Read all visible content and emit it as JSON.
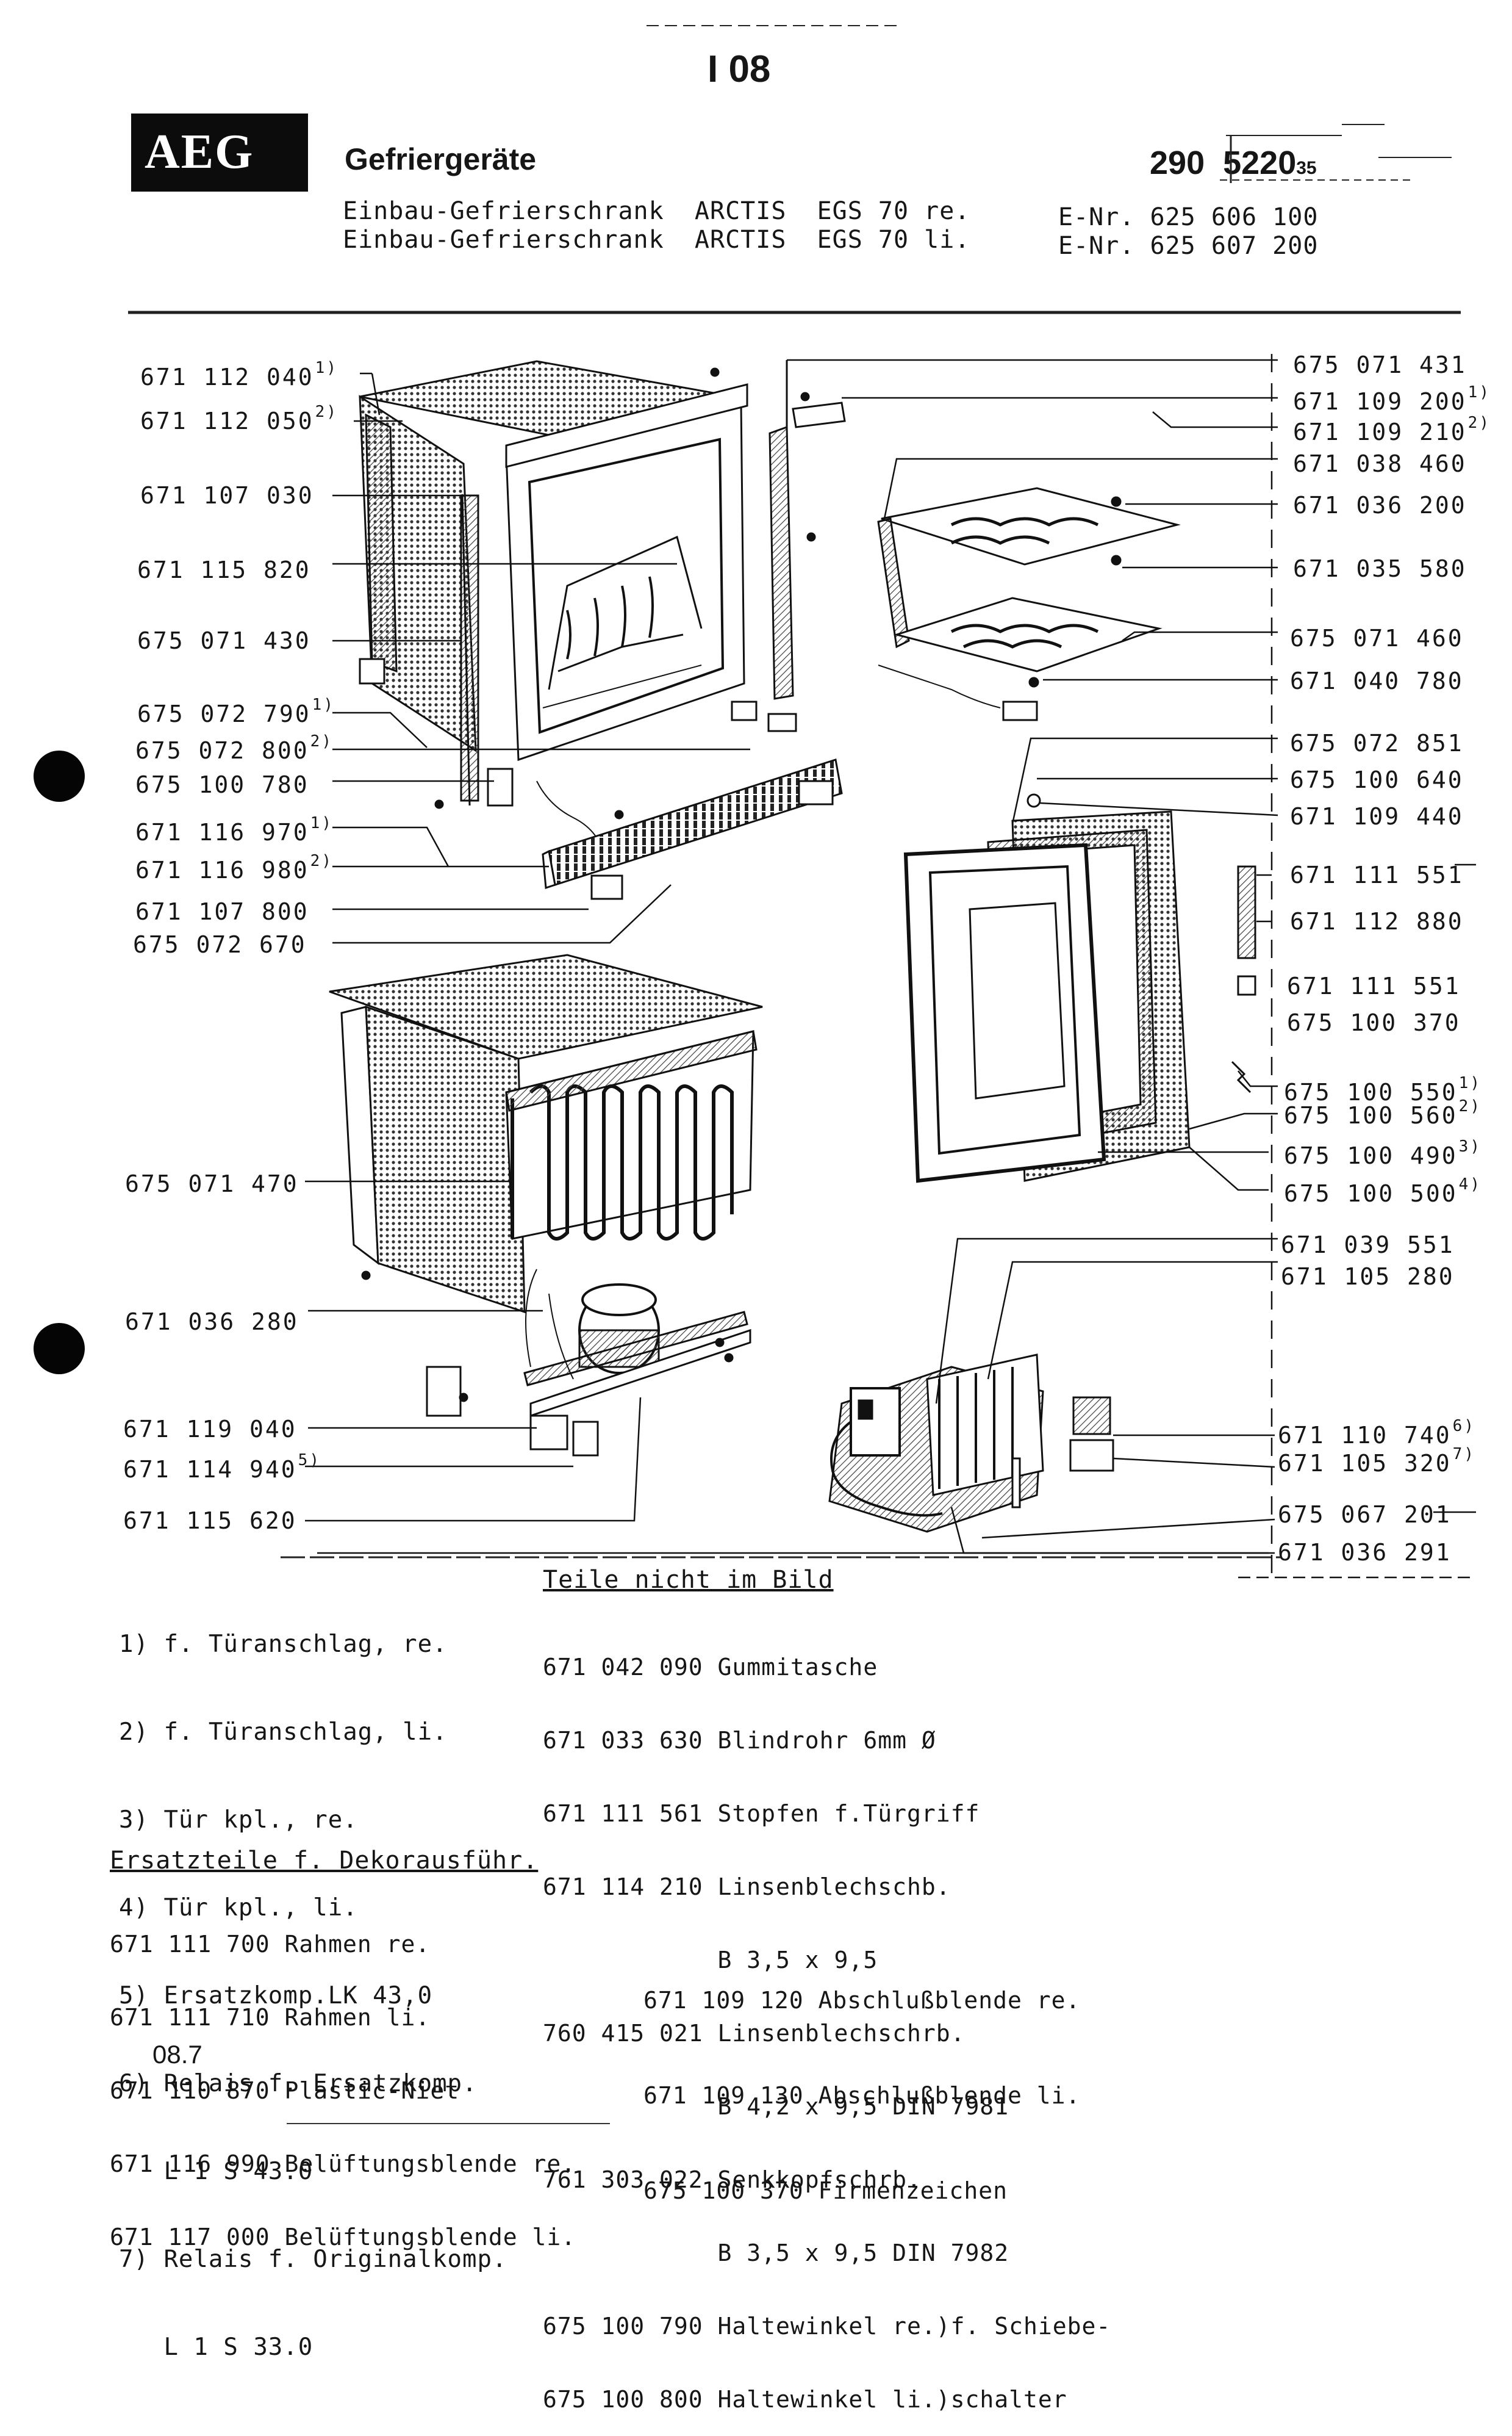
{
  "page_code": "I 08",
  "brand": {
    "logo_text": "AEG"
  },
  "category": "Gefriergeräte",
  "reference": {
    "main": "290  5220",
    "suffix": "35"
  },
  "models": [
    {
      "description": "Einbau-Gefrierschrank",
      "series": "ARCTIS",
      "model": "EGS 70 re.",
      "enr": "E-Nr. 625 606 100"
    },
    {
      "description": "Einbau-Gefrierschrank",
      "series": "ARCTIS",
      "model": "EGS 70 li.",
      "enr": "E-Nr. 625 607 200"
    }
  ],
  "part_labels_left": [
    {
      "number": "671 112 040",
      "note": "1)"
    },
    {
      "number": "671 112 050",
      "note": "2)"
    },
    {
      "number": "671 107 030",
      "note": ""
    },
    {
      "number": "671 115 820",
      "note": ""
    },
    {
      "number": "675 071 430",
      "note": ""
    },
    {
      "number": "675 072 790",
      "note": "1)"
    },
    {
      "number": "675 072 800",
      "note": "2)"
    },
    {
      "number": "675 100 780",
      "note": ""
    },
    {
      "number": "671 116 970",
      "note": "1)"
    },
    {
      "number": "671 116 980",
      "note": "2)"
    },
    {
      "number": "671 107 800",
      "note": ""
    },
    {
      "number": "675 072 670",
      "note": ""
    },
    {
      "number": "675 071 470",
      "note": ""
    },
    {
      "number": "671 036 280",
      "note": ""
    },
    {
      "number": "671 119 040",
      "note": ""
    },
    {
      "number": "671 114 940",
      "note": "5)"
    },
    {
      "number": "671 115 620",
      "note": ""
    }
  ],
  "part_labels_right": [
    {
      "number": "675 071 431",
      "note": ""
    },
    {
      "number": "671 109 200",
      "note": "1)"
    },
    {
      "number": "671 109 210",
      "note": "2)"
    },
    {
      "number": "671 038 460",
      "note": ""
    },
    {
      "number": "671 036 200",
      "note": ""
    },
    {
      "number": "671 035 580",
      "note": ""
    },
    {
      "number": "675 071 460",
      "note": ""
    },
    {
      "number": "671 040 780",
      "note": ""
    },
    {
      "number": "675 072 851",
      "note": ""
    },
    {
      "number": "675 100 640",
      "note": ""
    },
    {
      "number": "671 109 440",
      "note": ""
    },
    {
      "number": "671 111 551",
      "note": ""
    },
    {
      "number": "671 112 880",
      "note": ""
    },
    {
      "number": "671 111 551",
      "note": ""
    },
    {
      "number": "675 100 370",
      "note": ""
    },
    {
      "number": "675 100 550",
      "note": "1)"
    },
    {
      "number": "675 100 560",
      "note": "2)"
    },
    {
      "number": "675 100 490",
      "note": "3)"
    },
    {
      "number": "675 100 500",
      "note": "4)"
    },
    {
      "number": "671 039 551",
      "note": ""
    },
    {
      "number": "671 105 280",
      "note": ""
    },
    {
      "number": "671 110 740",
      "note": "6)"
    },
    {
      "number": "671 105 320",
      "note": "7)"
    },
    {
      "number": "675 067 201",
      "note": ""
    },
    {
      "number": "671 036 291",
      "note": ""
    }
  ],
  "footnotes": [
    "1) f. Türanschlag, re.",
    "2) f. Türanschlag, li.",
    "3) Tür kpl., re.",
    "4) Tür kpl., li.",
    "5) Ersatzkomp.LK 43,0",
    "6) Relais f. Ersatzkomp.",
    "   L 1 S 43.0",
    "7) Relais f. Originalkomp.",
    "   L 1 S 33.0"
  ],
  "not_pictured": {
    "heading": "Teile nicht im Bild",
    "lines": [
      "671 042 090 Gummitasche",
      "671 033 630 Blindrohr 6mm Ø",
      "671 111 561 Stopfen f.Türgriff",
      "671 114 210 Linsenblechschb.",
      "            B 3,5 x 9,5",
      "760 415 021 Linsenblechschrb.",
      "            B 4,2 x 9,5 DIN 7981",
      "761 303 022 Senkkopfschrb.",
      "            B 3,5 x 9,5 DIN 7982",
      "675 100 790 Haltewinkel re.)f. Schiebe-",
      "675 100 800 Haltewinkel li.)schalter"
    ]
  },
  "decor_parts": {
    "heading": "Ersatzteile f. Dekorausführ.",
    "lines": [
      "671 111 700 Rahmen re.",
      "671 111 710 Rahmen li.",
      "671 110 870 Plastic-Niet",
      "671 116 990 Belüftungsblende re.",
      "671 117 000 Belüftungsblende li."
    ]
  },
  "extra_parts": [
    "671 109 120 Abschlußblende re.",
    "671 109 130 Abschlußblende li.",
    "675 100 370 Firmenzeichen"
  ],
  "date_code": "08.7"
}
